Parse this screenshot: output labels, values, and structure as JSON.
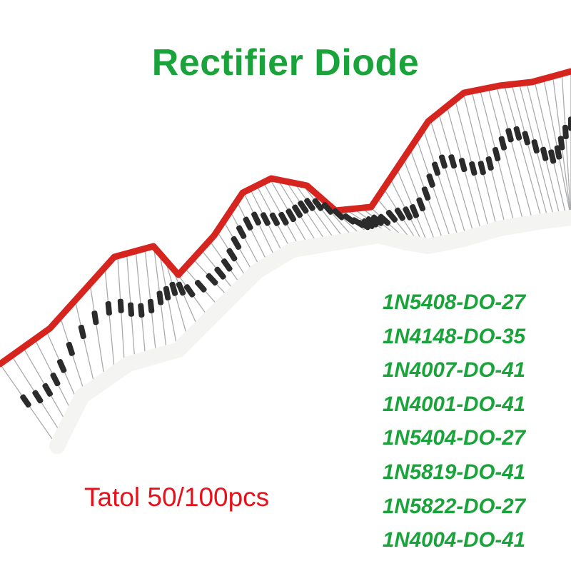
{
  "title": "Rectifier Diode",
  "quantity": "Tatol 50/100pcs",
  "models": [
    "1N5408-DO-27",
    "1N4148-DO-35",
    "1N4007-DO-41",
    "1N4001-DO-41",
    "1N5404-DO-27",
    "1N5819-DO-41",
    "1N5822-DO-27",
    "1N4004-DO-41"
  ],
  "colors": {
    "title_green": "#1aa33a",
    "quantity_red": "#e8101a",
    "tape_red": "#d6241e",
    "tape_white": "#f4f4f2",
    "diode_body": "#2b2b2b",
    "lead_grey": "#a9abad"
  }
}
